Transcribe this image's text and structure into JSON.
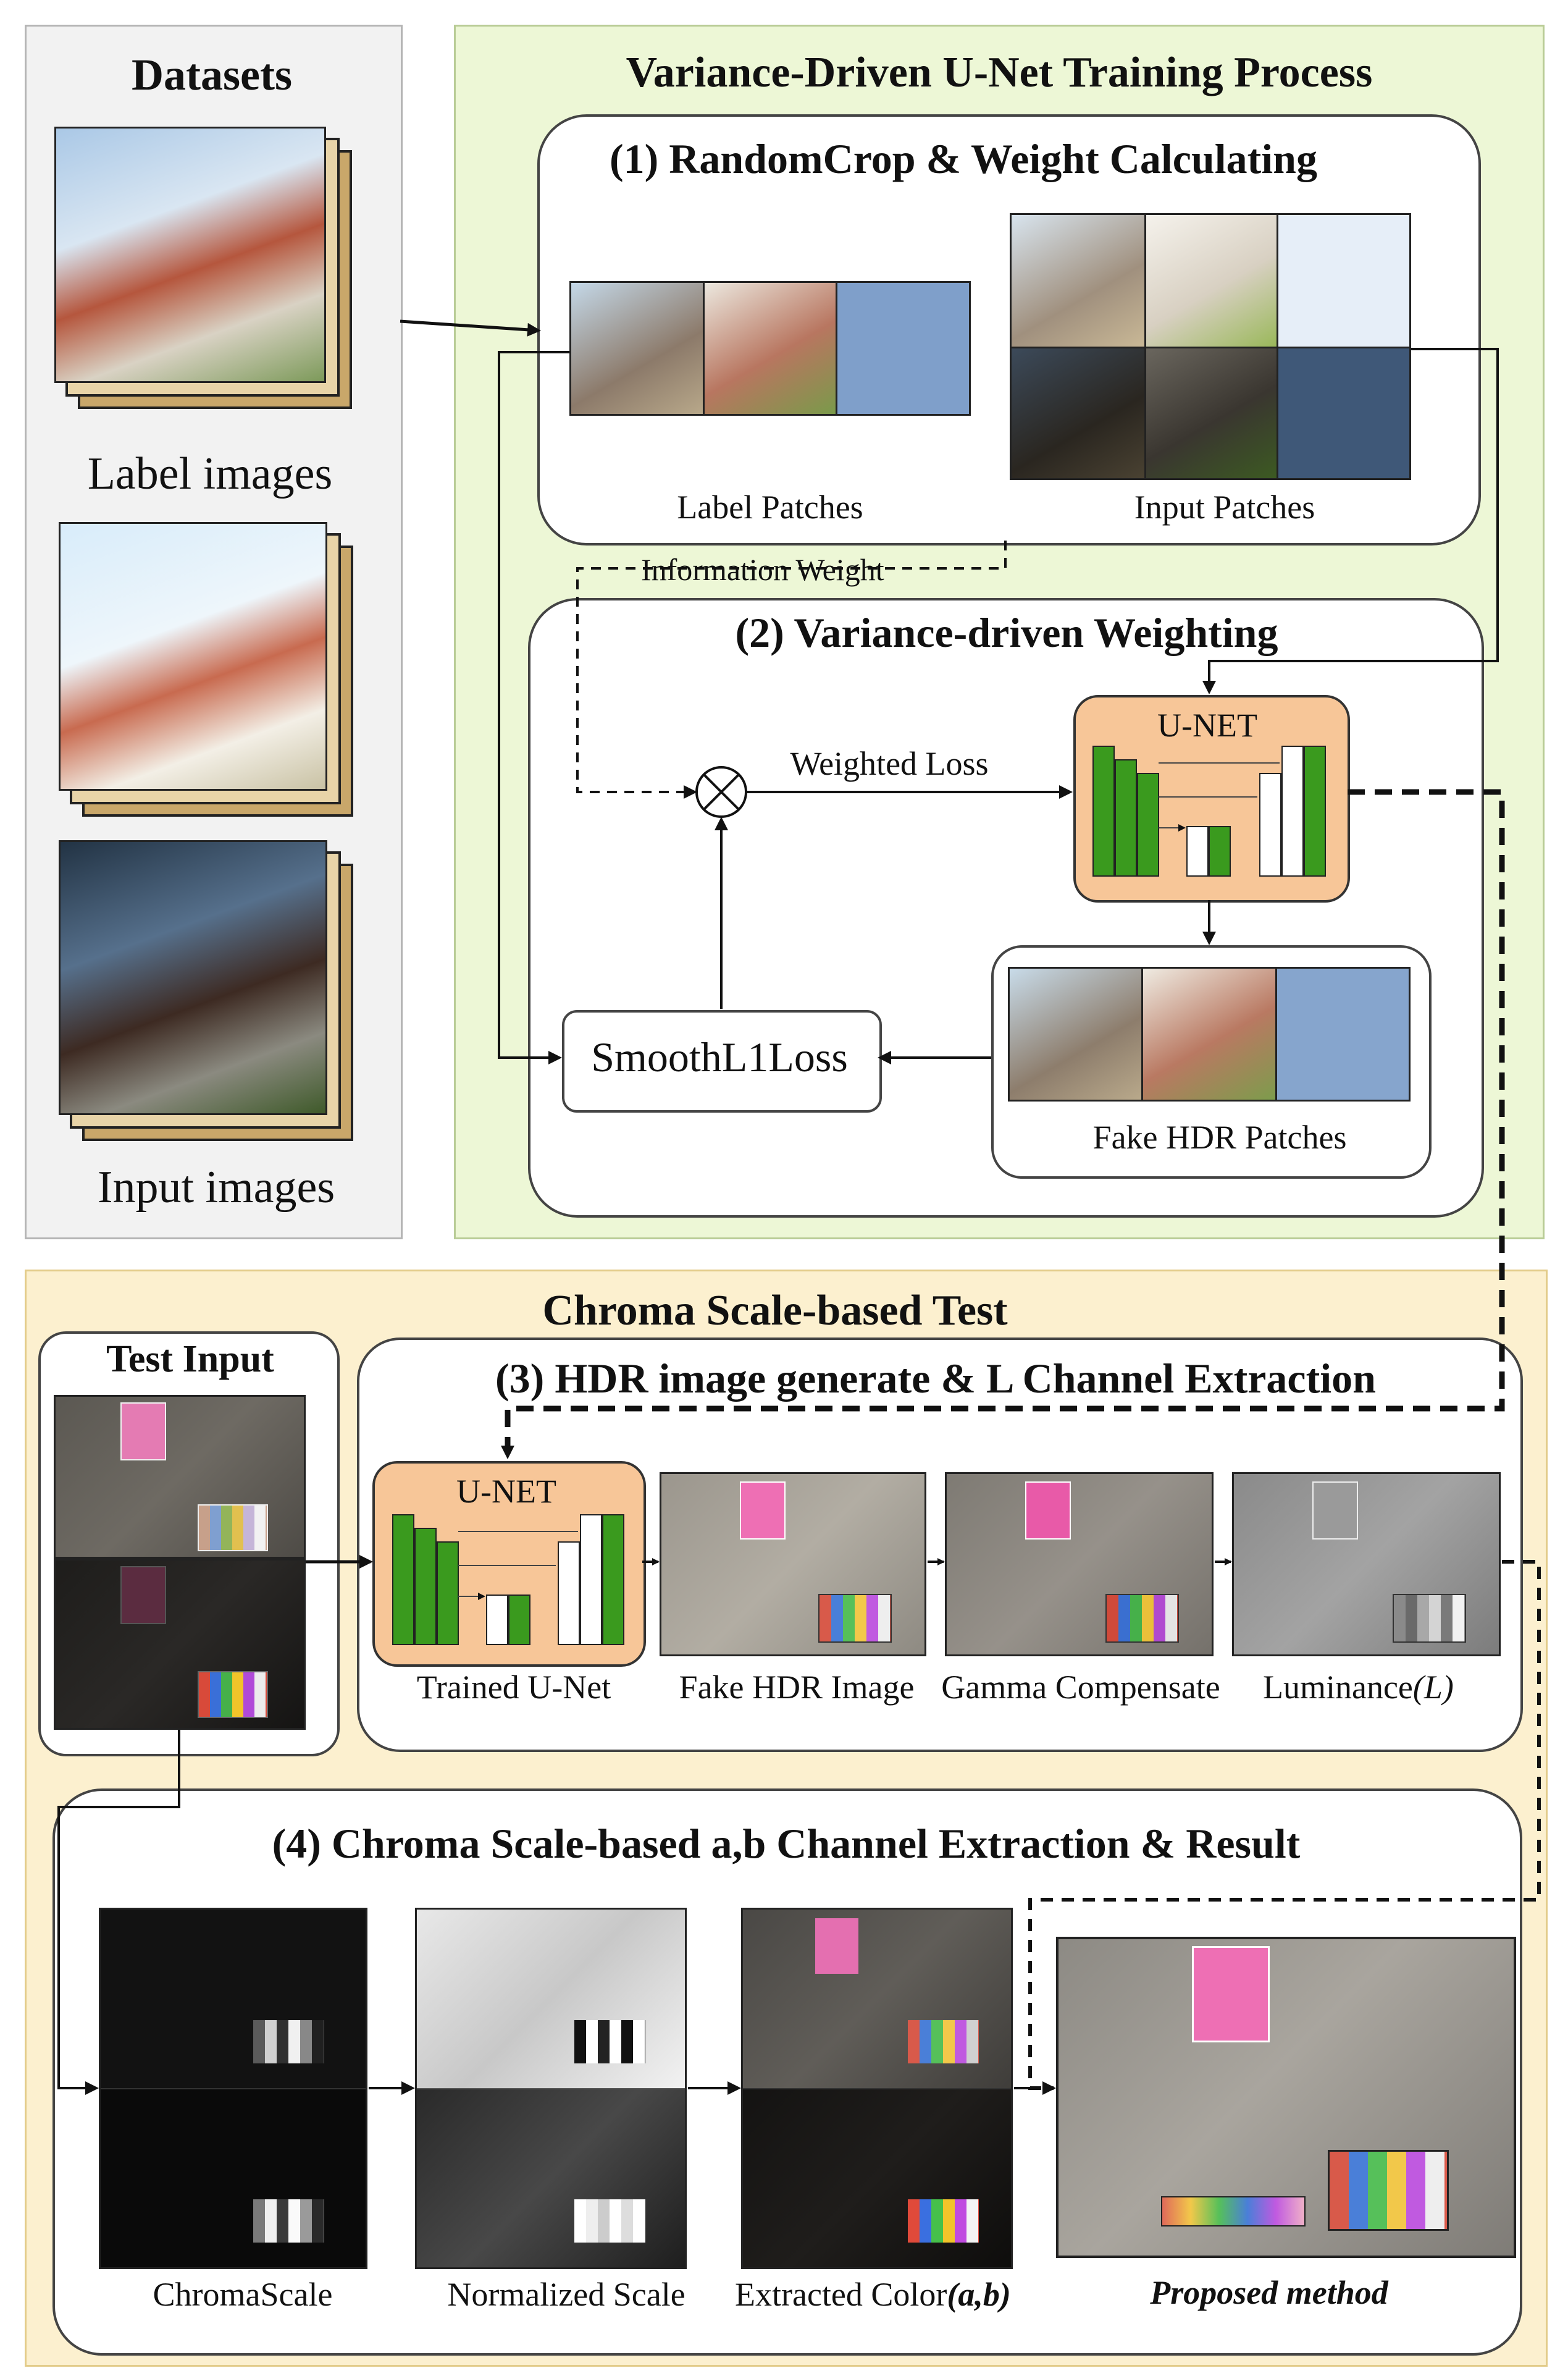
{
  "datasets": {
    "title": "Datasets",
    "label_images": "Label images",
    "input_images": "Input images"
  },
  "training": {
    "title": "Variance-Driven U-Net Training Process",
    "step1": {
      "title": "(1) RandomCrop & Weight Calculating",
      "label_patches": "Label Patches",
      "input_patches": "Input Patches"
    },
    "information_weight": "Information Weight",
    "step2": {
      "title": "(2) Variance-driven Weighting",
      "weighted_loss": "Weighted Loss",
      "unet": "U-NET",
      "loss": "SmoothL1Loss",
      "fake_hdr_patches": "Fake HDR Patches"
    }
  },
  "test": {
    "title": "Chroma Scale-based Test",
    "test_input": "Test Input",
    "step3": {
      "title": "(3) HDR image generate & L Channel Extraction",
      "unet": "U-NET",
      "trained_unet": "Trained U-Net",
      "fake_hdr_image": "Fake HDR Image",
      "gamma_compensate": "Gamma Compensate",
      "luminance": "Luminance",
      "luminance_symbol": "(L)"
    },
    "step4": {
      "title": "(4) Chroma Scale-based a,b Channel Extraction & Result",
      "chroma_scale": "ChromaScale",
      "normalized_scale": "Normalized Scale",
      "extracted_color": "Extracted Color",
      "extracted_color_symbol": "(a,b)",
      "proposed": "Proposed method"
    }
  },
  "colors": {
    "unet_fill": "#f7c698",
    "unet_bar": "#3a9a1e",
    "green_region": "#edf7d6",
    "yellow_region": "#fcf0cf"
  }
}
